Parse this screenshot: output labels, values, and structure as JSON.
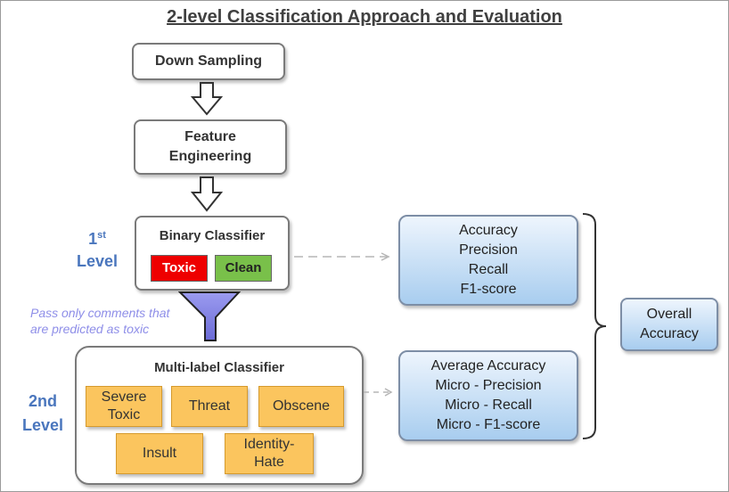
{
  "title": "2-level Classification Approach and Evaluation",
  "steps": {
    "down_sampling": "Down Sampling",
    "feature_engineering_1": "Feature",
    "feature_engineering_2": "Engineering"
  },
  "binary": {
    "title": "Binary Classifier",
    "toxic": "Toxic",
    "clean": "Clean",
    "toxic_color": "#ee0000",
    "clean_color": "#79c04a"
  },
  "level1": {
    "num": "1",
    "sup": "st",
    "word": "Level"
  },
  "level2": {
    "num": "2nd",
    "word": "Level"
  },
  "filter_note": {
    "line1": "Pass only comments that",
    "line2": "are predicted as toxic"
  },
  "multilabel": {
    "title": "Multi-label Classifier",
    "labels": {
      "severe_toxic_1": "Severe",
      "severe_toxic_2": "Toxic",
      "threat": "Threat",
      "obscene": "Obscene",
      "insult": "Insult",
      "identity_hate_1": "Identity-",
      "identity_hate_2": "Hate"
    }
  },
  "metrics1": [
    "Accuracy",
    "Precision",
    "Recall",
    "F1-score"
  ],
  "metrics2": [
    "Average Accuracy",
    "Micro - Precision",
    "Micro - Recall",
    "Micro - F1-score"
  ],
  "overall": {
    "line1": "Overall",
    "line2": "Accuracy"
  }
}
